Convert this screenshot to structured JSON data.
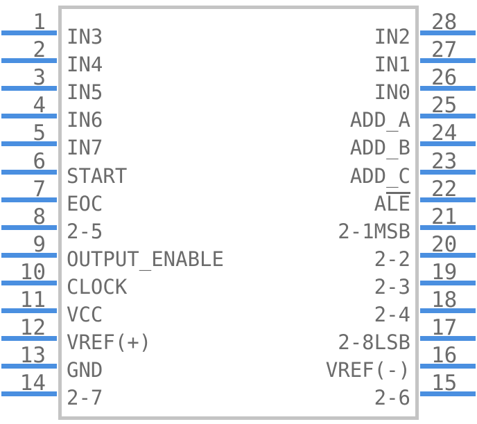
{
  "symbol": {
    "package": "28-pin DIP schematic symbol",
    "body_color": "#c4c4c4",
    "pin_color": "#4a8fe0",
    "text_color": "#6b6b6b",
    "background": "#ffffff"
  },
  "pins": {
    "left": [
      {
        "number": "1",
        "label": "IN3",
        "overline": ""
      },
      {
        "number": "2",
        "label": "IN4",
        "overline": ""
      },
      {
        "number": "3",
        "label": "IN5",
        "overline": ""
      },
      {
        "number": "4",
        "label": "IN6",
        "overline": ""
      },
      {
        "number": "5",
        "label": "IN7",
        "overline": ""
      },
      {
        "number": "6",
        "label": "START",
        "overline": ""
      },
      {
        "number": "7",
        "label": "EOC",
        "overline": ""
      },
      {
        "number": "8",
        "label": "2-5",
        "overline": ""
      },
      {
        "number": "9",
        "label": "OUTPUT_ENABLE",
        "overline": ""
      },
      {
        "number": "10",
        "label": "CLOCK",
        "overline": ""
      },
      {
        "number": "11",
        "label": "VCC",
        "overline": ""
      },
      {
        "number": "12",
        "label": "VREF(+)",
        "overline": ""
      },
      {
        "number": "13",
        "label": "GND",
        "overline": ""
      },
      {
        "number": "14",
        "label": "2-7",
        "overline": ""
      }
    ],
    "right": [
      {
        "number": "28",
        "label": "IN2",
        "overline": ""
      },
      {
        "number": "27",
        "label": "IN1",
        "overline": ""
      },
      {
        "number": "26",
        "label": "IN0",
        "overline": ""
      },
      {
        "number": "25",
        "label": "ADD_A",
        "overline": ""
      },
      {
        "number": "24",
        "label": "ADD_B",
        "overline": ""
      },
      {
        "number": "23",
        "label": "ADD_C",
        "overline": ""
      },
      {
        "number": "22",
        "label": "A",
        "overline": "LE"
      },
      {
        "number": "21",
        "label": "2-1MSB",
        "overline": ""
      },
      {
        "number": "20",
        "label": "2-2",
        "overline": ""
      },
      {
        "number": "19",
        "label": "2-3",
        "overline": ""
      },
      {
        "number": "18",
        "label": "2-4",
        "overline": ""
      },
      {
        "number": "17",
        "label": "2-8LSB",
        "overline": ""
      },
      {
        "number": "16",
        "label": "VREF(-)",
        "overline": ""
      },
      {
        "number": "15",
        "label": "2-6",
        "overline": ""
      }
    ]
  }
}
